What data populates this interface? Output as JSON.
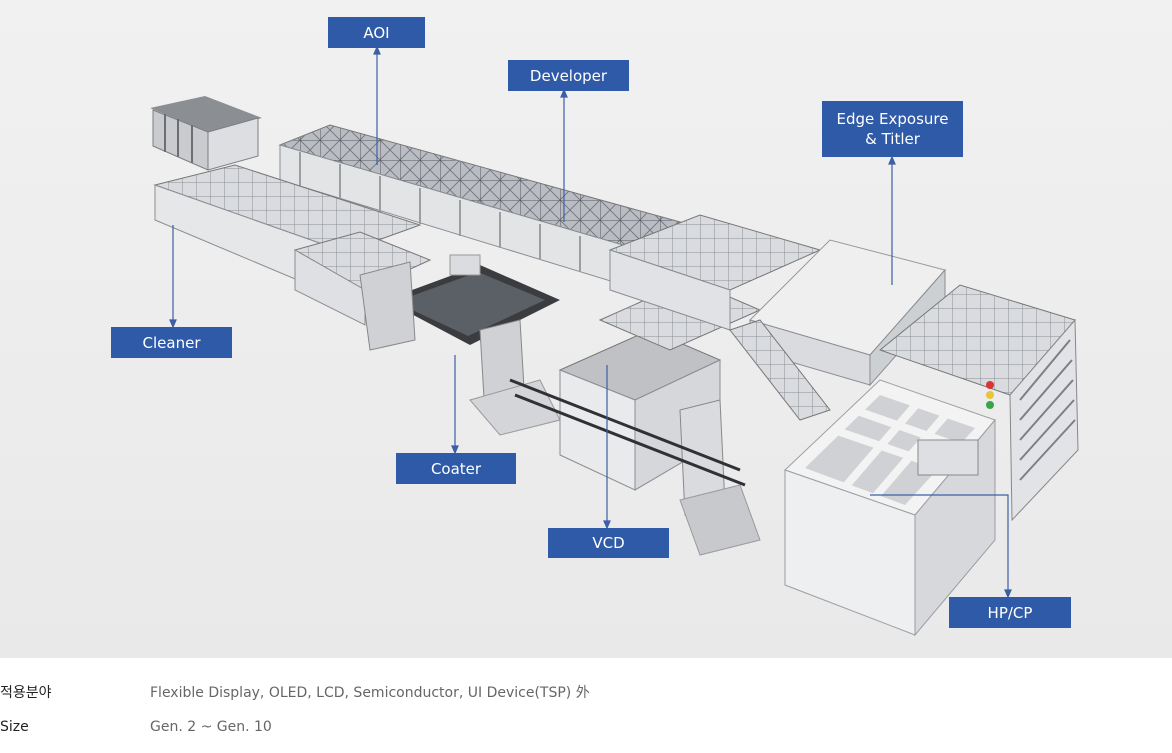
{
  "labels": {
    "aoi": "AOI",
    "developer": "Developer",
    "edge_exposure": "Edge Exposure\n& Titler",
    "cleaner": "Cleaner",
    "coater": "Coater",
    "vcd": "VCD",
    "hpcp": "HP/CP"
  },
  "specs": [
    {
      "key": "적용분야",
      "value": "Flexible Display, OLED, LCD, Semiconductor, UI Device(TSP) 外"
    },
    {
      "key": "Size",
      "value": "Gen. 2 ~ Gen. 10"
    }
  ],
  "colors": {
    "callout_bg": "#2f5aa8",
    "leader_line": "#3c5fa6"
  }
}
